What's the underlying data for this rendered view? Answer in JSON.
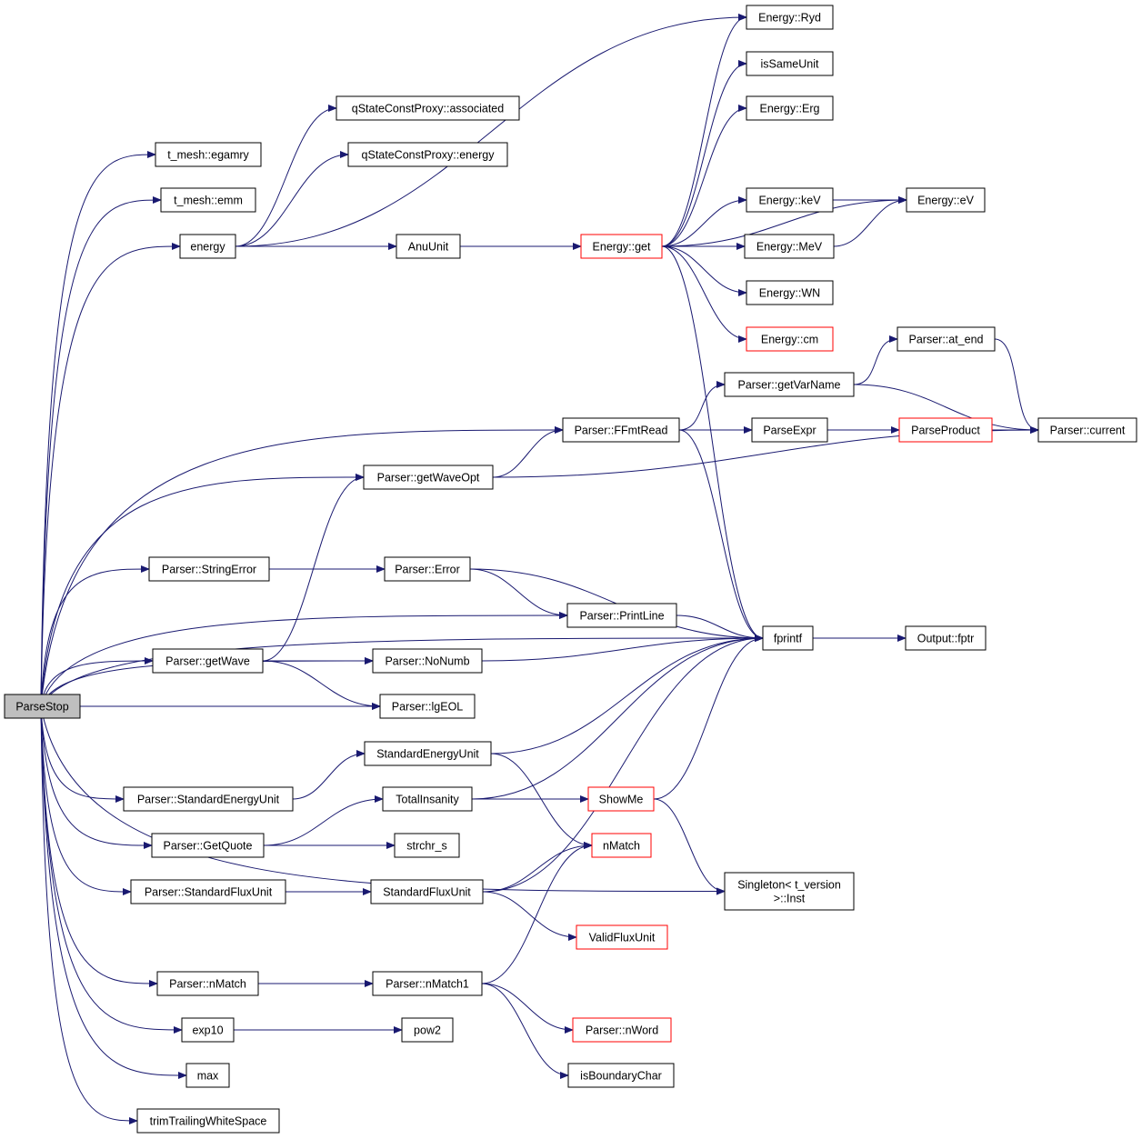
{
  "title": "Call graph of ParseStop",
  "colors": {
    "edge": "#191970",
    "node_border": "#000000",
    "truncated_border": "#ff0000",
    "root_fill": "#bfbfbf"
  },
  "nodes": [
    {
      "id": "parsestop",
      "label": "ParseStop",
      "root": true
    },
    {
      "id": "egamry",
      "label": "t_mesh::egamry"
    },
    {
      "id": "emm",
      "label": "t_mesh::emm"
    },
    {
      "id": "energy",
      "label": "energy"
    },
    {
      "id": "assoc",
      "label": "qStateConstProxy::associated"
    },
    {
      "id": "qenergy",
      "label": "qStateConstProxy::energy"
    },
    {
      "id": "anuunit",
      "label": "AnuUnit"
    },
    {
      "id": "eget",
      "label": "Energy::get",
      "truncated": true
    },
    {
      "id": "eryd",
      "label": "Energy::Ryd"
    },
    {
      "id": "issame",
      "label": "isSameUnit"
    },
    {
      "id": "eerg",
      "label": "Energy::Erg"
    },
    {
      "id": "ekev",
      "label": "Energy::keV"
    },
    {
      "id": "eev",
      "label": "Energy::eV"
    },
    {
      "id": "emev",
      "label": "Energy::MeV"
    },
    {
      "id": "ewn",
      "label": "Energy::WN"
    },
    {
      "id": "ecm",
      "label": "Energy::cm",
      "truncated": true
    },
    {
      "id": "atend",
      "label": "Parser::at_end"
    },
    {
      "id": "getvarname",
      "label": "Parser::getVarName"
    },
    {
      "id": "current",
      "label": "Parser::current"
    },
    {
      "id": "ffmtread",
      "label": "Parser::FFmtRead"
    },
    {
      "id": "parseexpr",
      "label": "ParseExpr"
    },
    {
      "id": "parseproduct",
      "label": "ParseProduct",
      "truncated": true
    },
    {
      "id": "getwaveopt",
      "label": "Parser::getWaveOpt"
    },
    {
      "id": "stringerror",
      "label": "Parser::StringError"
    },
    {
      "id": "perror",
      "label": "Parser::Error"
    },
    {
      "id": "printline",
      "label": "Parser::PrintLine"
    },
    {
      "id": "fprintf",
      "label": "fprintf"
    },
    {
      "id": "fptr",
      "label": "Output::fptr"
    },
    {
      "id": "getwave",
      "label": "Parser::getWave"
    },
    {
      "id": "nonumb",
      "label": "Parser::NoNumb"
    },
    {
      "id": "lgeol",
      "label": "Parser::lgEOL"
    },
    {
      "id": "stdenergyunit",
      "label": "StandardEnergyUnit"
    },
    {
      "id": "pstdenergyunit",
      "label": "Parser::StandardEnergyUnit"
    },
    {
      "id": "totalinsanity",
      "label": "TotalInsanity"
    },
    {
      "id": "showme",
      "label": "ShowMe",
      "truncated": true
    },
    {
      "id": "getquote",
      "label": "Parser::GetQuote"
    },
    {
      "id": "strchr",
      "label": "strchr_s"
    },
    {
      "id": "nmatchfn",
      "label": "nMatch",
      "truncated": true
    },
    {
      "id": "singleton",
      "label": "Singleton< t_version\n>::Inst"
    },
    {
      "id": "pstdfluxunit",
      "label": "Parser::StandardFluxUnit"
    },
    {
      "id": "stdfluxunit",
      "label": "StandardFluxUnit"
    },
    {
      "id": "validflux",
      "label": "ValidFluxUnit",
      "truncated": true
    },
    {
      "id": "pnmatch",
      "label": "Parser::nMatch"
    },
    {
      "id": "pnmatch1",
      "label": "Parser::nMatch1"
    },
    {
      "id": "pnword",
      "label": "Parser::nWord",
      "truncated": true
    },
    {
      "id": "exp10",
      "label": "exp10"
    },
    {
      "id": "pow2",
      "label": "pow2"
    },
    {
      "id": "isboundary",
      "label": "isBoundaryChar"
    },
    {
      "id": "max",
      "label": "max"
    },
    {
      "id": "trim",
      "label": "trimTrailingWhiteSpace"
    }
  ],
  "edges": [
    [
      "parsestop",
      "egamry"
    ],
    [
      "parsestop",
      "emm"
    ],
    [
      "parsestop",
      "energy"
    ],
    [
      "parsestop",
      "ffmtread"
    ],
    [
      "parsestop",
      "getwaveopt"
    ],
    [
      "parsestop",
      "fprintf"
    ],
    [
      "parsestop",
      "stringerror"
    ],
    [
      "parsestop",
      "printline"
    ],
    [
      "parsestop",
      "getwave"
    ],
    [
      "parsestop",
      "nonumb"
    ],
    [
      "parsestop",
      "lgeol"
    ],
    [
      "parsestop",
      "pstdenergyunit"
    ],
    [
      "parsestop",
      "getquote"
    ],
    [
      "parsestop",
      "pstdfluxunit"
    ],
    [
      "parsestop",
      "singleton"
    ],
    [
      "parsestop",
      "pnmatch"
    ],
    [
      "parsestop",
      "exp10"
    ],
    [
      "parsestop",
      "max"
    ],
    [
      "parsestop",
      "trim"
    ],
    [
      "energy",
      "assoc"
    ],
    [
      "energy",
      "qenergy"
    ],
    [
      "energy",
      "eryd"
    ],
    [
      "energy",
      "anuunit"
    ],
    [
      "anuunit",
      "eget"
    ],
    [
      "eget",
      "eryd"
    ],
    [
      "eget",
      "issame"
    ],
    [
      "eget",
      "eerg"
    ],
    [
      "eget",
      "eev"
    ],
    [
      "eget",
      "ekev"
    ],
    [
      "eget",
      "emev"
    ],
    [
      "eget",
      "ewn"
    ],
    [
      "eget",
      "ecm"
    ],
    [
      "eget",
      "fprintf"
    ],
    [
      "ekev",
      "eev"
    ],
    [
      "emev",
      "eev"
    ],
    [
      "getvarname",
      "atend"
    ],
    [
      "getvarname",
      "current"
    ],
    [
      "atend",
      "current"
    ],
    [
      "ffmtread",
      "getvarname"
    ],
    [
      "ffmtread",
      "parseexpr"
    ],
    [
      "ffmtread",
      "current"
    ],
    [
      "ffmtread",
      "fprintf"
    ],
    [
      "parseexpr",
      "parseproduct"
    ],
    [
      "getwaveopt",
      "ffmtread"
    ],
    [
      "getwaveopt",
      "current"
    ],
    [
      "stringerror",
      "perror"
    ],
    [
      "perror",
      "printline"
    ],
    [
      "perror",
      "fprintf"
    ],
    [
      "printline",
      "fprintf"
    ],
    [
      "fprintf",
      "fptr"
    ],
    [
      "getwave",
      "getwaveopt"
    ],
    [
      "getwave",
      "nonumb"
    ],
    [
      "getwave",
      "lgeol"
    ],
    [
      "nonumb",
      "fprintf"
    ],
    [
      "pstdenergyunit",
      "stdenergyunit"
    ],
    [
      "stdenergyunit",
      "fprintf"
    ],
    [
      "stdenergyunit",
      "nmatchfn"
    ],
    [
      "getquote",
      "totalinsanity"
    ],
    [
      "getquote",
      "strchr"
    ],
    [
      "totalinsanity",
      "showme"
    ],
    [
      "totalinsanity",
      "fprintf"
    ],
    [
      "showme",
      "fprintf"
    ],
    [
      "showme",
      "singleton"
    ],
    [
      "pstdfluxunit",
      "stdfluxunit"
    ],
    [
      "stdfluxunit",
      "nmatchfn"
    ],
    [
      "stdfluxunit",
      "validflux"
    ],
    [
      "stdfluxunit",
      "fprintf"
    ],
    [
      "pnmatch",
      "pnmatch1"
    ],
    [
      "pnmatch1",
      "nmatchfn"
    ],
    [
      "pnmatch1",
      "pnword"
    ],
    [
      "pnmatch1",
      "isboundary"
    ],
    [
      "exp10",
      "pow2"
    ]
  ]
}
